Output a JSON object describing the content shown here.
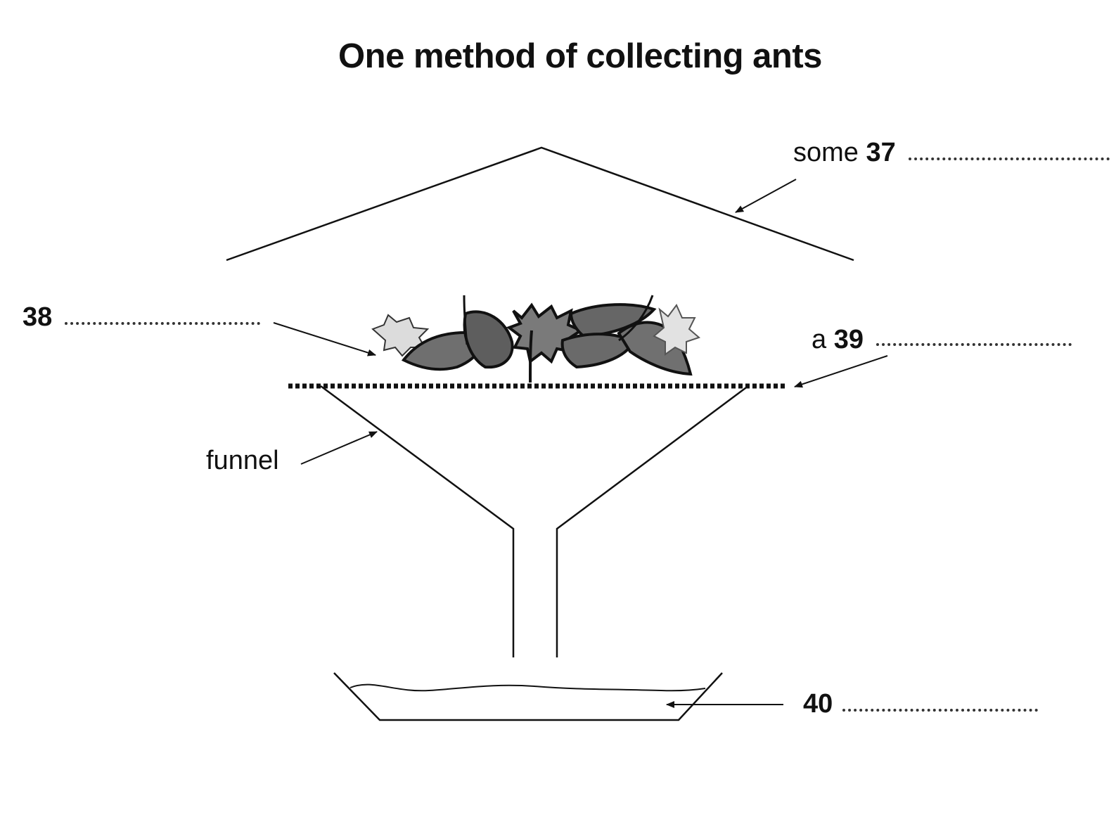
{
  "title": "One method of collecting ants",
  "labels": {
    "q37_prefix": "some",
    "q37_number": "37",
    "q38_number": "38",
    "q39_prefix": "a",
    "q39_number": "39",
    "q40_number": "40",
    "funnel": "funnel"
  }
}
